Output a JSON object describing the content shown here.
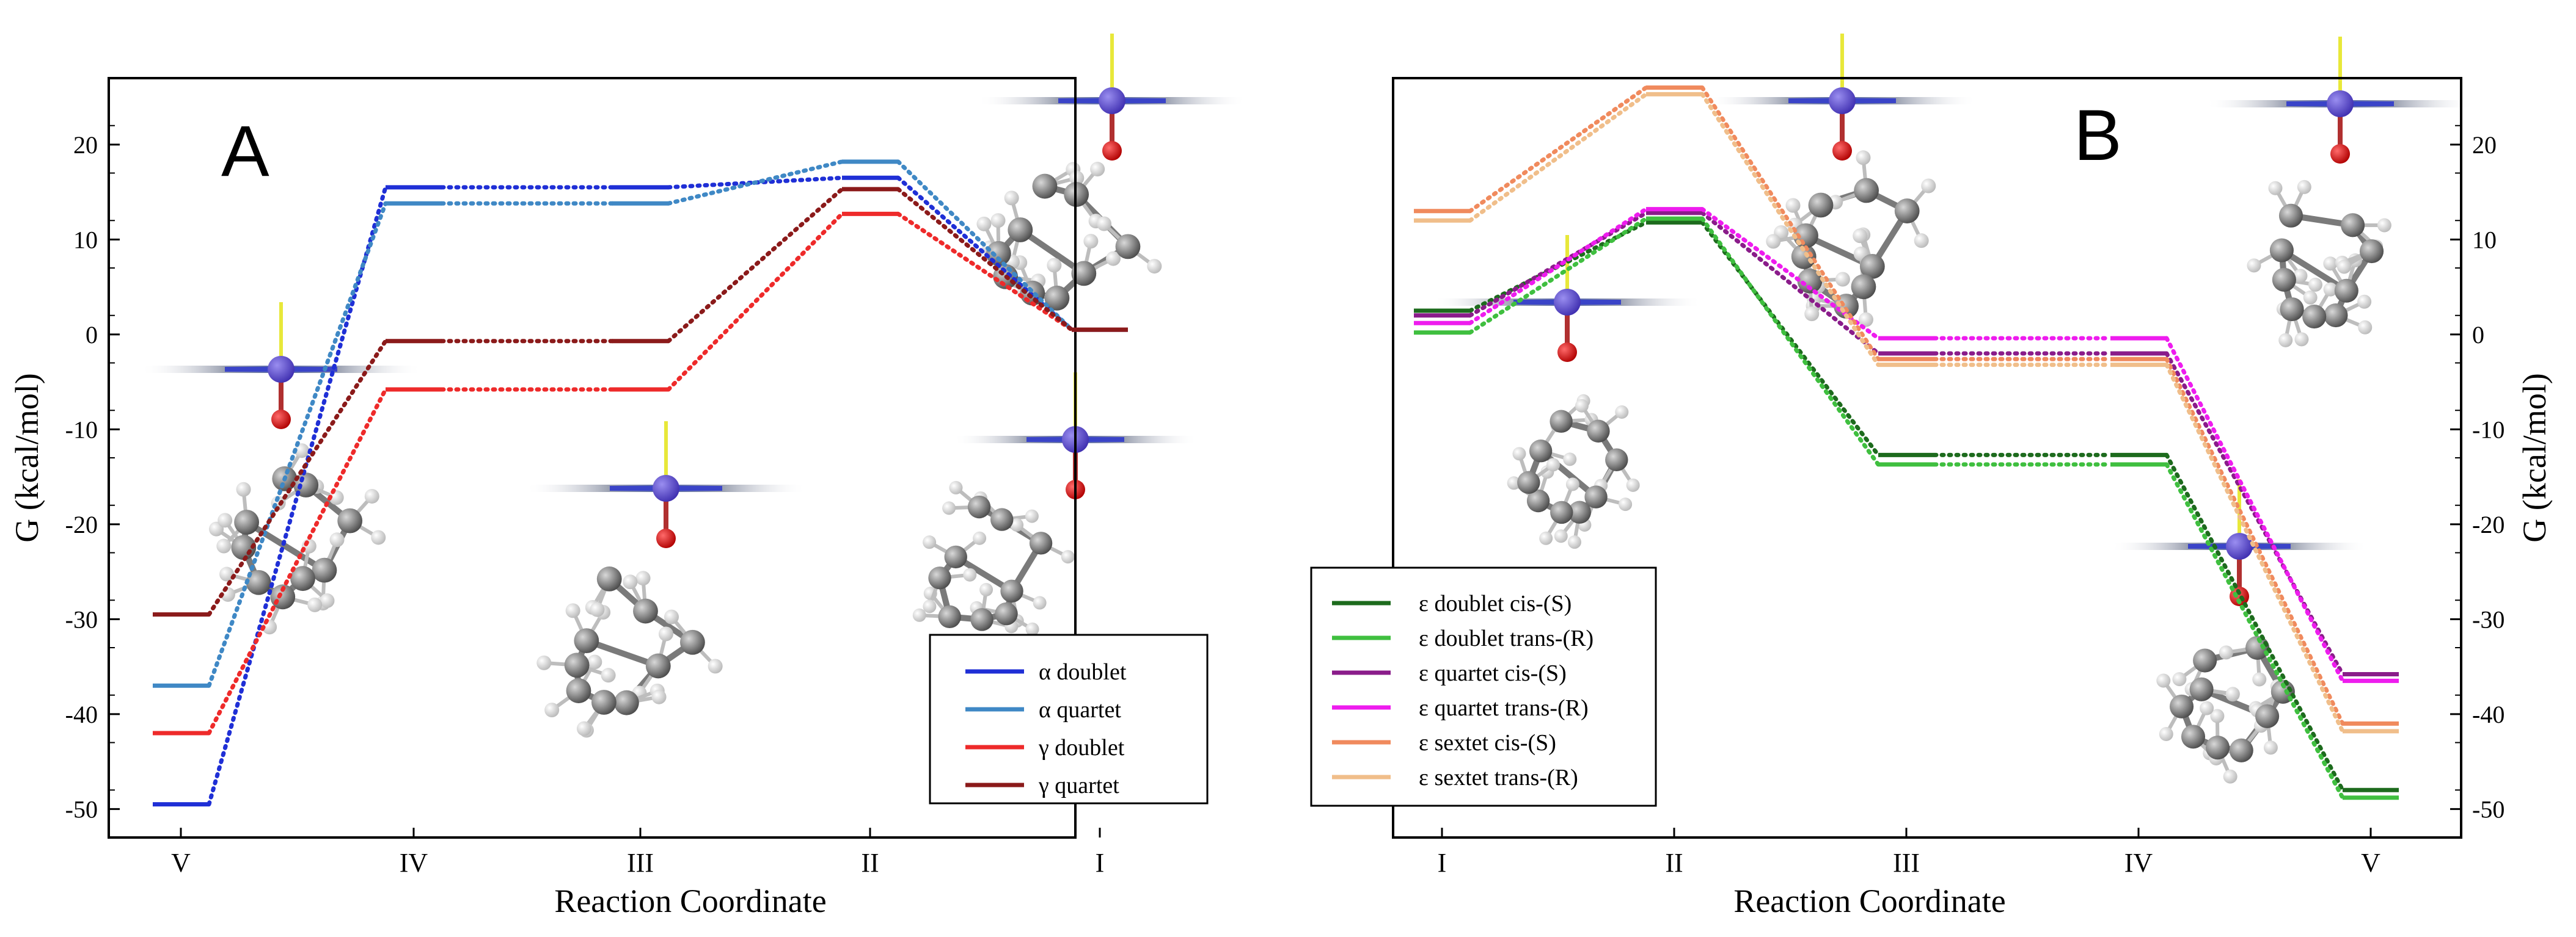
{
  "panels": [
    {
      "panel_label": "A",
      "y_axis_label": "G (kcal/mol)",
      "y_axis_side": "left",
      "chart_data": {
        "type": "line",
        "subtype": "free energy level diagram",
        "xlabel": "Reaction Coordinate",
        "ylabel": "G (kcal/mol)",
        "categories": [
          "V",
          "IV",
          "III",
          "II",
          "I"
        ],
        "ylim": [
          -53,
          27
        ],
        "yticks": [
          -50,
          -40,
          -30,
          -20,
          -10,
          0,
          10,
          20
        ],
        "grid": false,
        "legend_position": "bottom-center",
        "series": [
          {
            "name": "α doublet",
            "color": "#1f2fd6",
            "values": [
              -49.5,
              15.5,
              15.5,
              16.5,
              0.5
            ]
          },
          {
            "name": "α quartet",
            "color": "#3f88c5",
            "values": [
              -37.0,
              13.8,
              13.8,
              18.2,
              0.5
            ]
          },
          {
            "name": "γ doublet",
            "color": "#ee2a2a",
            "values": [
              -42.0,
              -5.8,
              -5.8,
              12.7,
              0.5
            ]
          },
          {
            "name": "γ quartet",
            "color": "#8b1a1a",
            "values": [
              -29.5,
              -0.7,
              -0.7,
              15.3,
              0.5
            ]
          }
        ]
      }
    },
    {
      "panel_label": "B",
      "y_axis_label": "G (kcal/mol)",
      "y_axis_side": "right",
      "chart_data": {
        "type": "line",
        "subtype": "free energy level diagram",
        "xlabel": "Reaction Coordinate",
        "ylabel": "G (kcal/mol)",
        "categories": [
          "I",
          "II",
          "III",
          "IV",
          "V"
        ],
        "ylim": [
          -53,
          27
        ],
        "yticks": [
          -50,
          -40,
          -30,
          -20,
          -10,
          0,
          10,
          20
        ],
        "grid": false,
        "legend_position": "bottom-center",
        "series": [
          {
            "name": "ε doublet cis-(S)",
            "color": "#1d6b1d",
            "values": [
              2.5,
              11.8,
              -12.7,
              -12.7,
              -48.0
            ]
          },
          {
            "name": "ε doublet trans-(R)",
            "color": "#3fbf3f",
            "values": [
              0.2,
              12.2,
              -13.7,
              -13.7,
              -48.8
            ]
          },
          {
            "name": "ε quartet cis-(S)",
            "color": "#8a1c8a",
            "values": [
              2.0,
              12.8,
              -2.0,
              -2.0,
              -35.8
            ]
          },
          {
            "name": "ε quartet trans-(R)",
            "color": "#ee1cee",
            "values": [
              1.2,
              13.2,
              -0.4,
              -0.4,
              -36.5
            ]
          },
          {
            "name": "ε sextet cis-(S)",
            "color": "#f08a5d",
            "values": [
              13.0,
              26.0,
              -2.6,
              -2.6,
              -41.0
            ]
          },
          {
            "name": "ε sextet trans-(R)",
            "color": "#f0be8a",
            "values": [
              12.0,
              25.3,
              -3.2,
              -3.2,
              -41.8
            ]
          }
        ]
      }
    }
  ]
}
